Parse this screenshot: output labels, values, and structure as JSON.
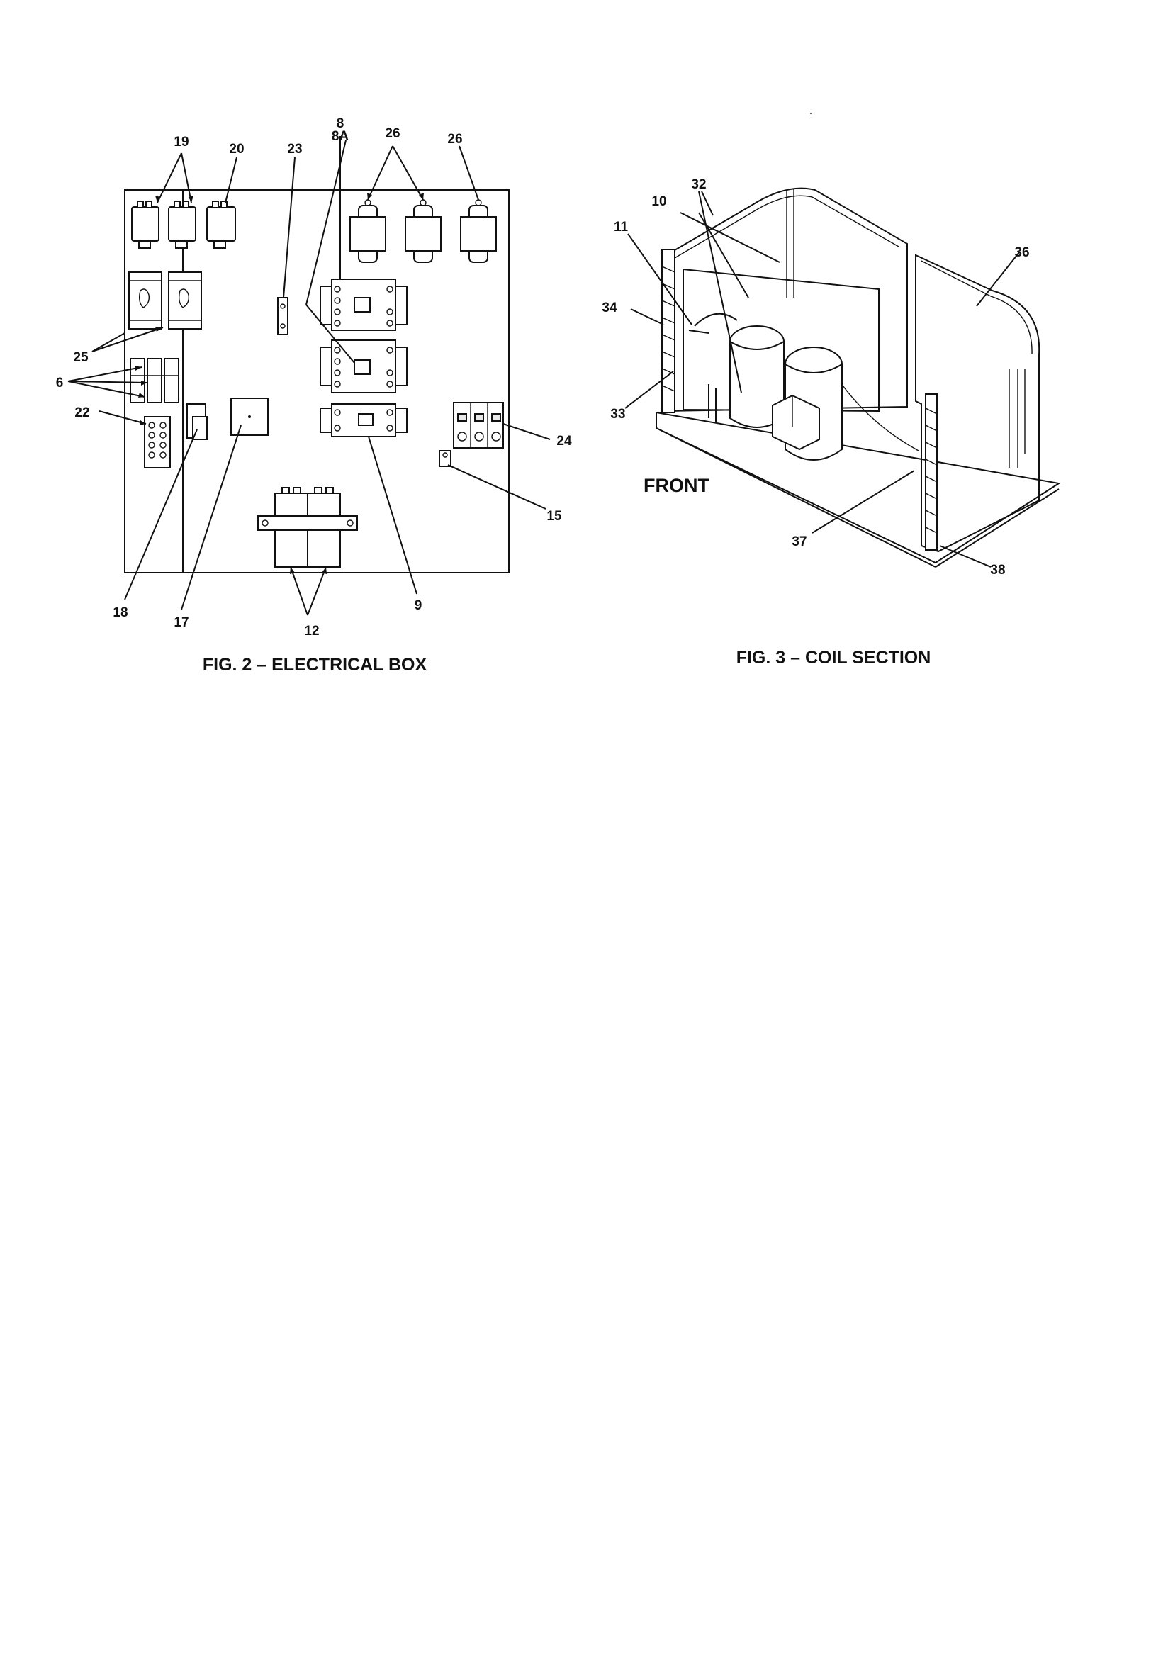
{
  "figures": {
    "fig2": {
      "caption": "FIG. 2 – ELECTRICAL BOX",
      "callouts": {
        "c19": "19",
        "c20": "20",
        "c23": "23",
        "c8": "8",
        "c8a": "8A",
        "c26a": "26",
        "c26b": "26",
        "c25": "25",
        "c6": "6",
        "c22": "22",
        "c24": "24",
        "c15": "15",
        "c18": "18",
        "c17": "17",
        "c12": "12",
        "c9": "9"
      }
    },
    "fig3": {
      "caption": "FIG. 3 – COIL SECTION",
      "front_label": "FRONT",
      "callouts": {
        "c32": "32",
        "c10": "10",
        "c11": "11",
        "c36": "36",
        "c34": "34",
        "c33": "33",
        "c37": "37",
        "c38": "38"
      }
    }
  }
}
